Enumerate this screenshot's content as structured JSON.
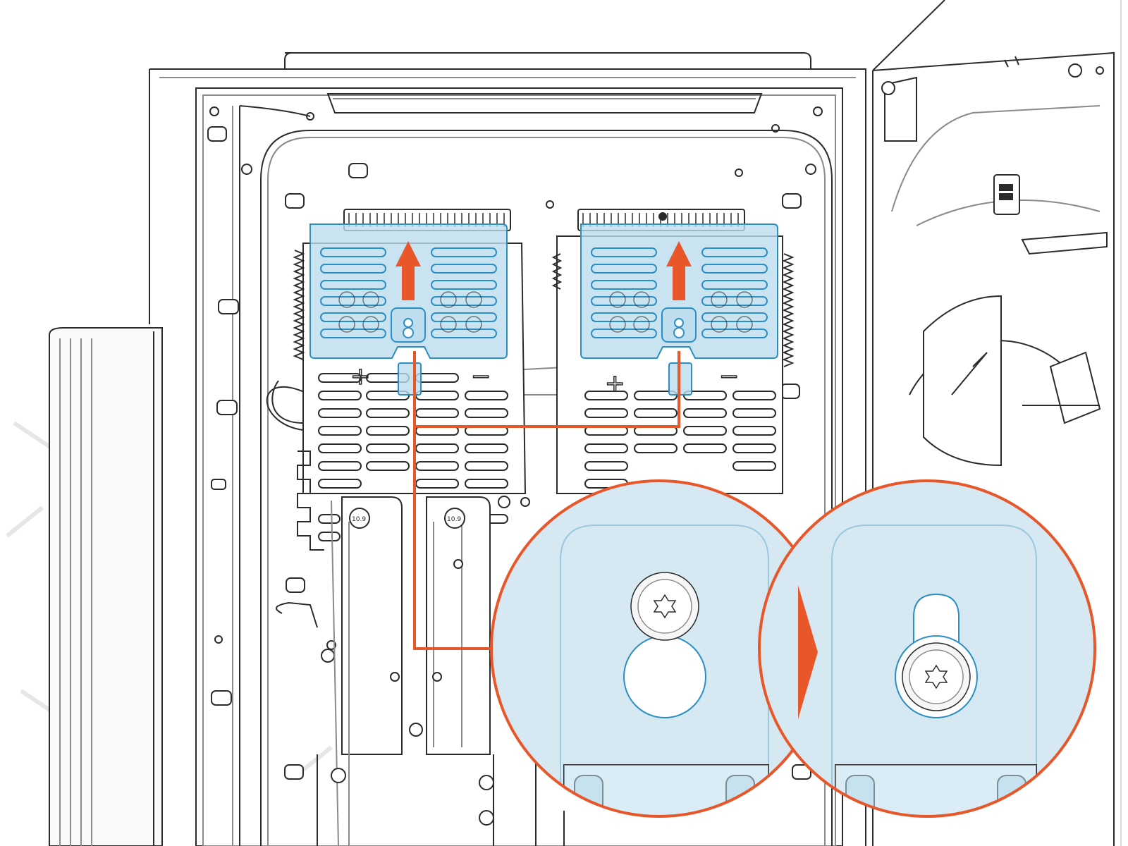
{
  "diagram": {
    "colors": {
      "line": "#2b2b2b",
      "lightLine": "#8a8a8a",
      "ghost": "#e6e6e6",
      "highlight_fill": "#bcdcec",
      "highlight_stroke": "#2a8fc4",
      "accent": "#e8572a",
      "background": "#ffffff"
    },
    "cover_labels": {
      "left_plus": "+",
      "left_minus": "−",
      "right_plus": "+",
      "right_minus": "−"
    },
    "bolt_markings": {
      "left": "10.9",
      "right": "10.9"
    },
    "steps": [
      {
        "id": "left-cover",
        "action": "lift-up-arrow"
      },
      {
        "id": "right-cover",
        "action": "lift-up-arrow"
      }
    ],
    "detail_views": [
      {
        "id": "before",
        "state": "screw-in-small-slot"
      },
      {
        "id": "after",
        "state": "screw-in-large-hole"
      }
    ]
  }
}
